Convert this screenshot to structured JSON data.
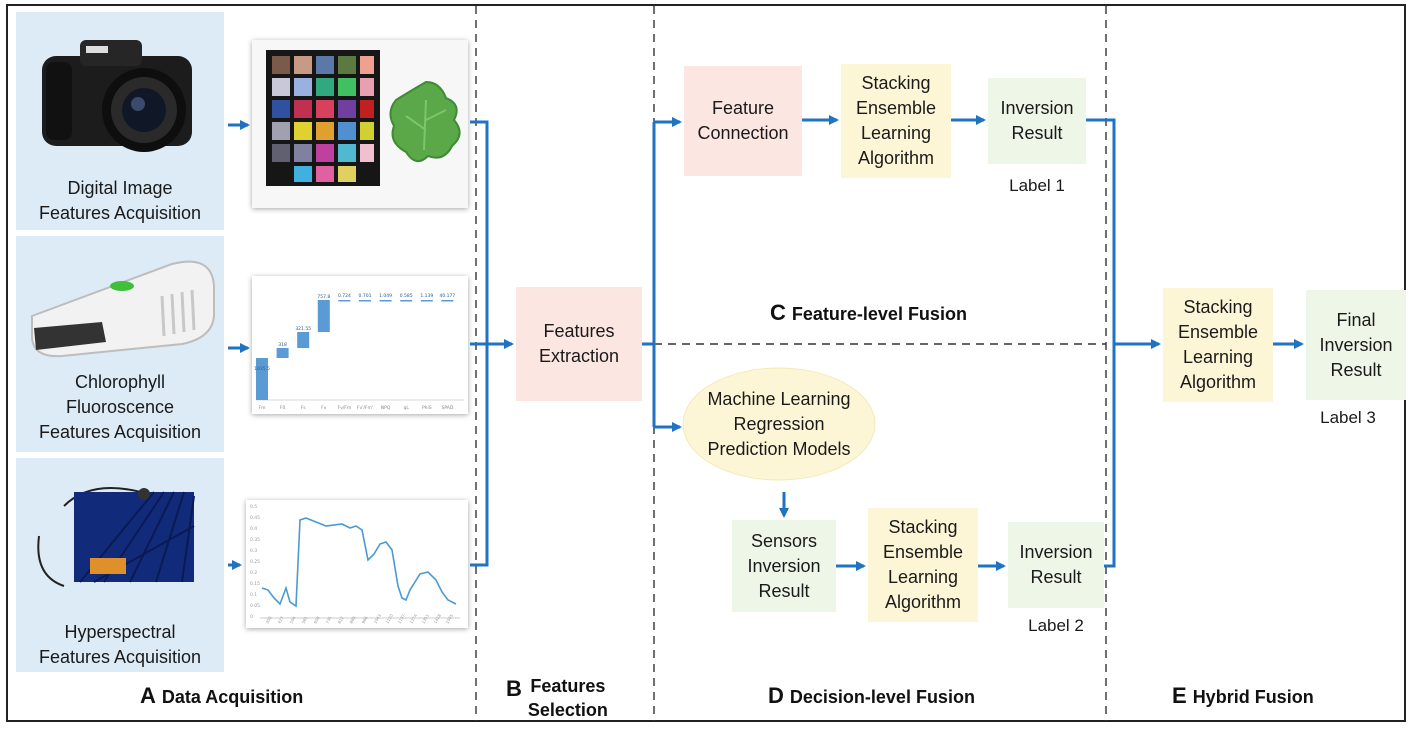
{
  "sections": {
    "a": {
      "letter": "A",
      "title": "Data Acquisition"
    },
    "b": {
      "letter": "B",
      "title_line1": "Features",
      "title_line2": "Selection"
    },
    "c": {
      "letter": "C",
      "title": "Feature-level Fusion"
    },
    "d": {
      "letter": "D",
      "title": "Decision-level Fusion"
    },
    "e": {
      "letter": "E",
      "title": "Hybrid Fusion"
    }
  },
  "acquisition": [
    {
      "line1": "Digital Image",
      "line2": "Features Acquisition",
      "icon": "camera-icon"
    },
    {
      "line1": "Chlorophyll",
      "line2": "Fluoroscence",
      "line3": "Features Acquisition",
      "icon": "fluorometer-icon"
    },
    {
      "line1": "Hyperspectral",
      "line2": "Features Acquisition",
      "icon": "spectrometer-icon"
    }
  ],
  "fluorescence_chart": {
    "bars": [
      {
        "label": "Fm",
        "value": "1035.5"
      },
      {
        "label": "F0",
        "value": "318"
      },
      {
        "label": "Fs",
        "value": "321.55"
      },
      {
        "label": "Fv",
        "value": "757.8"
      },
      {
        "label": "Fv/Fm",
        "value": "0.724"
      },
      {
        "label": "Fv'/Fm'",
        "value": "0.701"
      },
      {
        "label": "NPQ",
        "value": "1.049"
      },
      {
        "label": "qL",
        "value": "0.585"
      },
      {
        "label": "PhiS",
        "value": "1.139"
      },
      {
        "label": "SPAD",
        "value": "40.177"
      }
    ]
  },
  "spectrum_chart": {
    "yticks": [
      "0.5",
      "0.45",
      "0.4",
      "0.35",
      "0.3",
      "0.25",
      "0.2",
      "0.15",
      "0.1",
      "0.05",
      "0"
    ]
  },
  "features_extraction": {
    "line1": "Features",
    "line2": "Extraction"
  },
  "feature_level": {
    "connection": {
      "line1": "Feature",
      "line2": "Connection"
    },
    "stacking": {
      "line1": "Stacking",
      "line2": "Ensemble",
      "line3": "Learning",
      "line4": "Algorithm"
    },
    "result": {
      "line1": "Inversion",
      "line2": "Result"
    },
    "label": "Label 1"
  },
  "decision_level": {
    "models": {
      "line1": "Machine Learning",
      "line2": "Regression",
      "line3": "Prediction Models"
    },
    "sensors": {
      "line1": "Sensors",
      "line2": "Inversion",
      "line3": "Result"
    },
    "stacking": {
      "line1": "Stacking",
      "line2": "Ensemble",
      "line3": "Learning",
      "line4": "Algorithm"
    },
    "result": {
      "line1": "Inversion",
      "line2": "Result"
    },
    "label": "Label 2"
  },
  "hybrid": {
    "stacking": {
      "line1": "Stacking",
      "line2": "Ensemble",
      "line3": "Learning",
      "line4": "Algorithm"
    },
    "final": {
      "line1": "Final",
      "line2": "Inversion",
      "line3": "Result"
    },
    "label": "Label 3"
  },
  "colors": {
    "arrow": "#1f73c0",
    "pink": "#fce6e2",
    "yellow": "#fdf6d6",
    "green": "#eef6e8",
    "tile": "#dcebf6"
  }
}
